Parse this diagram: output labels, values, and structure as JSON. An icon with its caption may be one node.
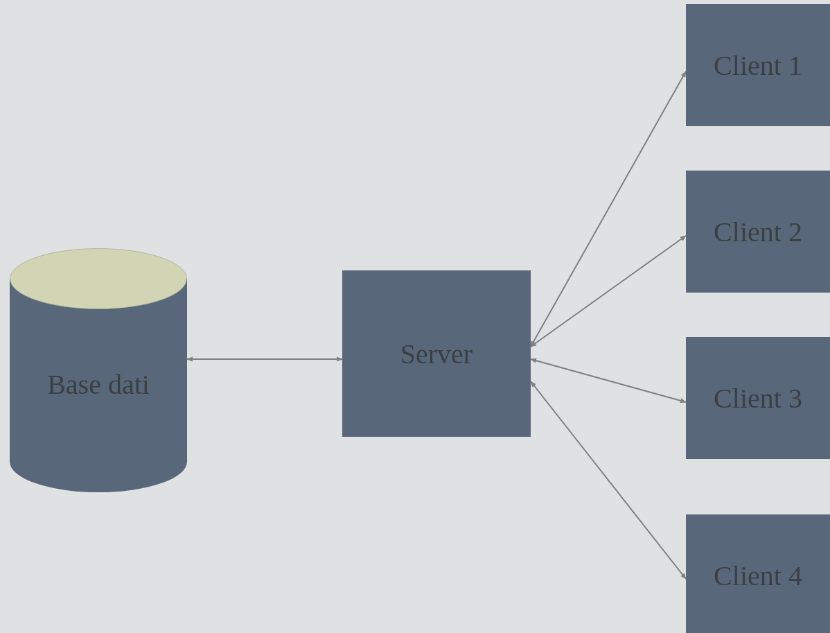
{
  "diagram": {
    "nodes": [
      {
        "text": [
          "Base dati"
        ]
      },
      {
        "text": [
          "Server"
        ]
      },
      {
        "text": [
          "Client 1"
        ]
      },
      {
        "text": [
          "Client 2"
        ]
      },
      {
        "text": [
          "Client 3"
        ]
      },
      {
        "text": [
          "Client 4"
        ]
      }
    ],
    "edges": [
      {
        "from": 0,
        "to": 1,
        "arrow": "both"
      },
      {
        "from": 1,
        "to": 2,
        "arrow": "both"
      },
      {
        "from": 1,
        "to": 3,
        "arrow": "both"
      },
      {
        "from": 1,
        "to": 4,
        "arrow": "both"
      },
      {
        "from": 1,
        "to": 5,
        "arrow": "both"
      }
    ]
  }
}
